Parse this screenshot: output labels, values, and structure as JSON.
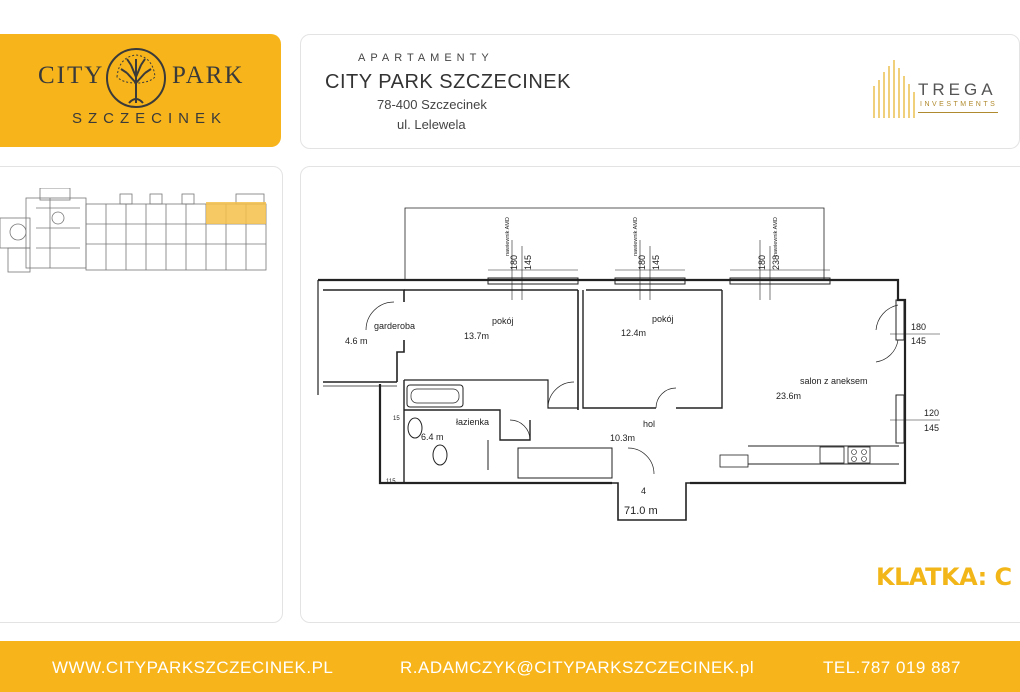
{
  "logo": {
    "city": "CITY",
    "park": "PARK",
    "sub": "SZCZECINEK"
  },
  "header": {
    "top_line": "APARTAMENTY",
    "title": "CITY PARK SZCZECINEK",
    "address_line1": "78-400 Szczecinek",
    "address_line2": "ul. Lelewela"
  },
  "developer": {
    "name": "TREGA",
    "sub": "INVESTMENTS"
  },
  "plan": {
    "rooms": [
      {
        "name": "garderoba",
        "area": "4.6 m"
      },
      {
        "name": "pokój",
        "area": "13.7m"
      },
      {
        "name": "pokój",
        "area": "12.4m"
      },
      {
        "name": "salon z aneksem",
        "area": "23.6m"
      },
      {
        "name": "łazienka",
        "area": "6.4 m"
      },
      {
        "name": "hol",
        "area": "10.3m"
      }
    ],
    "apartment_number": "4",
    "total_area": "71.0  m",
    "window_labels": [
      "nawiewnik AMD",
      "nawiewnik AMD",
      "nawiewnik AMD"
    ],
    "dims": [
      "180",
      "145",
      "180",
      "145",
      "180",
      "238",
      "180",
      "145",
      "120",
      "145",
      "15",
      "115"
    ]
  },
  "klatka": "KLATKA: C",
  "footer": {
    "web": "WWW.CITYPARKSZCZECINEK.PL",
    "email": "R.ADAMCZYK@CITYPARKSZCZECINEK.pl",
    "phone": "TEL.787 019 887"
  },
  "colors": {
    "brand_yellow": "#f7b51b",
    "highlight": "#f6c04a",
    "klatka": "#f2b619"
  }
}
